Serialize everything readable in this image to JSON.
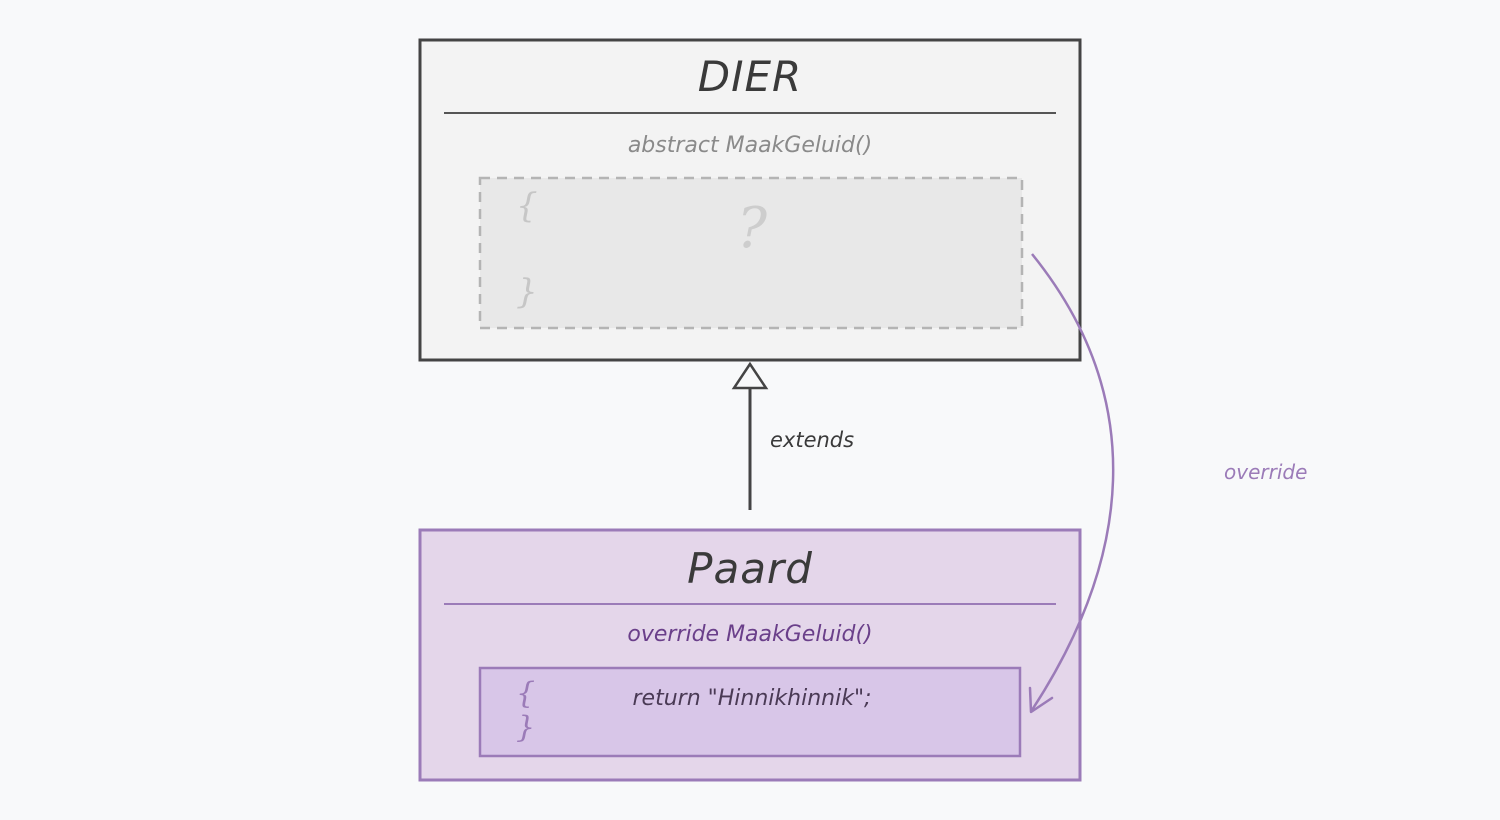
{
  "parent_class": {
    "name": "DIER",
    "method": "abstract MaakGeluid()",
    "body_open": "{",
    "body_placeholder": "?",
    "body_close": "}"
  },
  "child_class": {
    "name": "Paard",
    "method": "override MaakGeluid()",
    "body_open": "{",
    "body_code": "return \"Hinnikhinnik\";",
    "body_close": "}"
  },
  "relations": {
    "extends_label": "extends",
    "override_label": "override"
  },
  "colors": {
    "background": "#f8f9fa",
    "parent_fill": "#f3f3f3",
    "parent_stroke": "#444444",
    "parent_body_fill": "#e8e8e8",
    "parent_body_stroke": "#b4b4b4",
    "child_fill": "#e4d6ea",
    "child_stroke": "#9b7bb8",
    "child_body_fill": "#d8c6e8",
    "override_arrow": "#9b7bb8",
    "extends_arrow": "#444444"
  }
}
